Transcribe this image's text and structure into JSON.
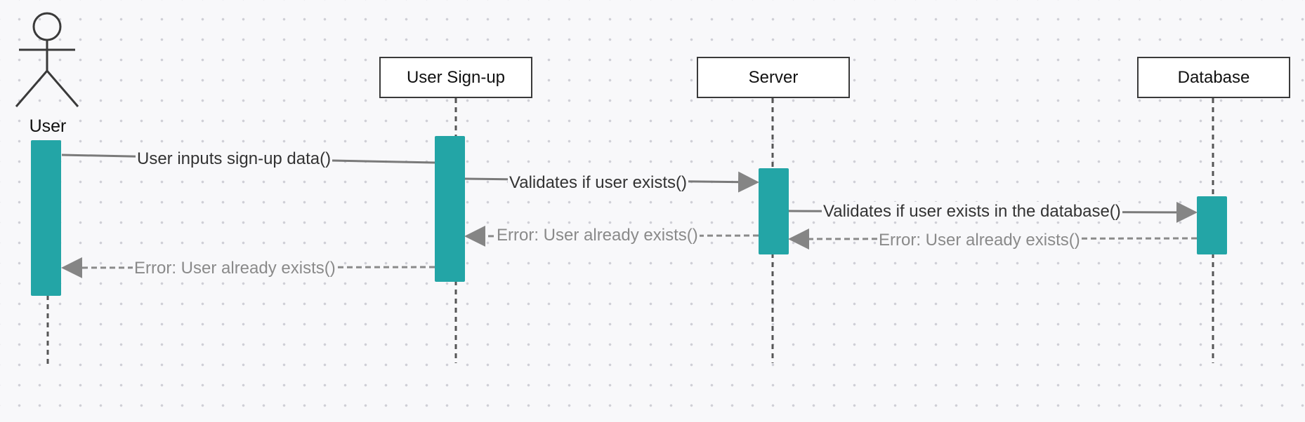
{
  "actor": {
    "label": "User"
  },
  "participants": [
    {
      "id": "signup",
      "label": "User Sign-up"
    },
    {
      "id": "server",
      "label": "Server"
    },
    {
      "id": "database",
      "label": "Database"
    }
  ],
  "messages": [
    {
      "id": "m1",
      "from": "User",
      "to": "User Sign-up",
      "type": "call",
      "label": "User inputs sign-up data()"
    },
    {
      "id": "m2",
      "from": "User Sign-up",
      "to": "Server",
      "type": "call",
      "label": "Validates if user exists()"
    },
    {
      "id": "m3",
      "from": "Server",
      "to": "Database",
      "type": "call",
      "label": "Validates if user exists in the database()"
    },
    {
      "id": "m4",
      "from": "Database",
      "to": "Server",
      "type": "return",
      "label": "Error: User already exists()"
    },
    {
      "id": "m5",
      "from": "Server",
      "to": "User Sign-up",
      "type": "return",
      "label": "Error: User already exists()"
    },
    {
      "id": "m6",
      "from": "User Sign-up",
      "to": "User",
      "type": "return",
      "label": "Error: User already exists()"
    }
  ],
  "colors": {
    "activation": "#23a5a6",
    "call_line": "#7a7a7a",
    "return_line": "#8a8a8a",
    "box_border": "#3a3a3a",
    "lifeline": "#555555"
  }
}
